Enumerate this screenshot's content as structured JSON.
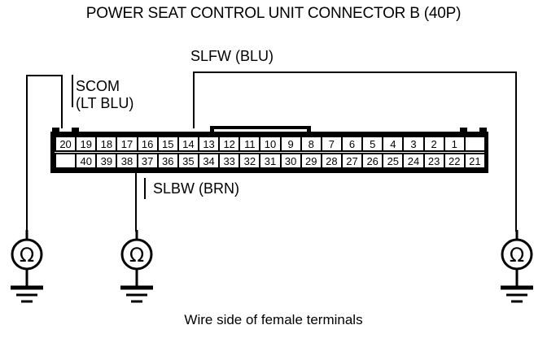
{
  "title": "POWER SEAT CONTROL UNIT CONNECTOR B (40P)",
  "caption": "Wire side of female terminals",
  "colors": {
    "ink": "#000000",
    "paper": "#ffffff"
  },
  "connector": {
    "name": "POWER SEAT CONTROL UNIT CONNECTOR B",
    "cavity_count": "40P",
    "top_row": [
      "20",
      "19",
      "18",
      "17",
      "16",
      "15",
      "14",
      "13",
      "12",
      "11",
      "10",
      "9",
      "8",
      "7",
      "6",
      "5",
      "4",
      "3",
      "2",
      "1",
      ""
    ],
    "bottom_row": [
      "",
      "40",
      "39",
      "38",
      "37",
      "36",
      "35",
      "34",
      "33",
      "32",
      "31",
      "30",
      "29",
      "28",
      "27",
      "26",
      "25",
      "24",
      "23",
      "22",
      "21"
    ]
  },
  "wire_labels": [
    {
      "id": "scom",
      "name": "SCOM",
      "color_code": "(LT BLU)",
      "text_line1": "SCOM",
      "text_line2": "(LT BLU)",
      "pin": "20"
    },
    {
      "id": "slfw",
      "name": "SLFW",
      "color_code": "(BLU)",
      "text_line1": "SLFW (BLU)",
      "pin": "14"
    },
    {
      "id": "slbw",
      "name": "SLBW",
      "color_code": "(BRN)",
      "text_line1": "SLBW (BRN)",
      "pin": "37"
    }
  ],
  "instruments": [
    {
      "id": "meter-scom",
      "symbol": "ohmmeter-ground",
      "glyph": "Ω"
    },
    {
      "id": "meter-slbw",
      "symbol": "ohmmeter-ground",
      "glyph": "Ω"
    },
    {
      "id": "meter-slfw",
      "symbol": "ohmmeter-ground",
      "glyph": "Ω"
    }
  ]
}
